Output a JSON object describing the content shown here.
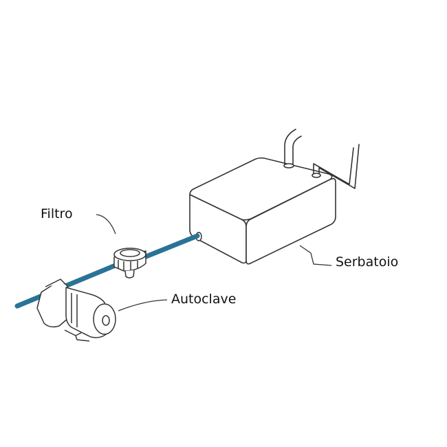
{
  "colors": {
    "pipe": "#2a7396",
    "line": "#333333",
    "background": "#ffffff"
  },
  "labels": {
    "filtro": "Filtro",
    "autoclave": "Autoclave",
    "serbatoio": "Serbatoio"
  },
  "icons": [
    "tank-icon",
    "filter-icon",
    "pump-icon",
    "pipe-icon"
  ]
}
